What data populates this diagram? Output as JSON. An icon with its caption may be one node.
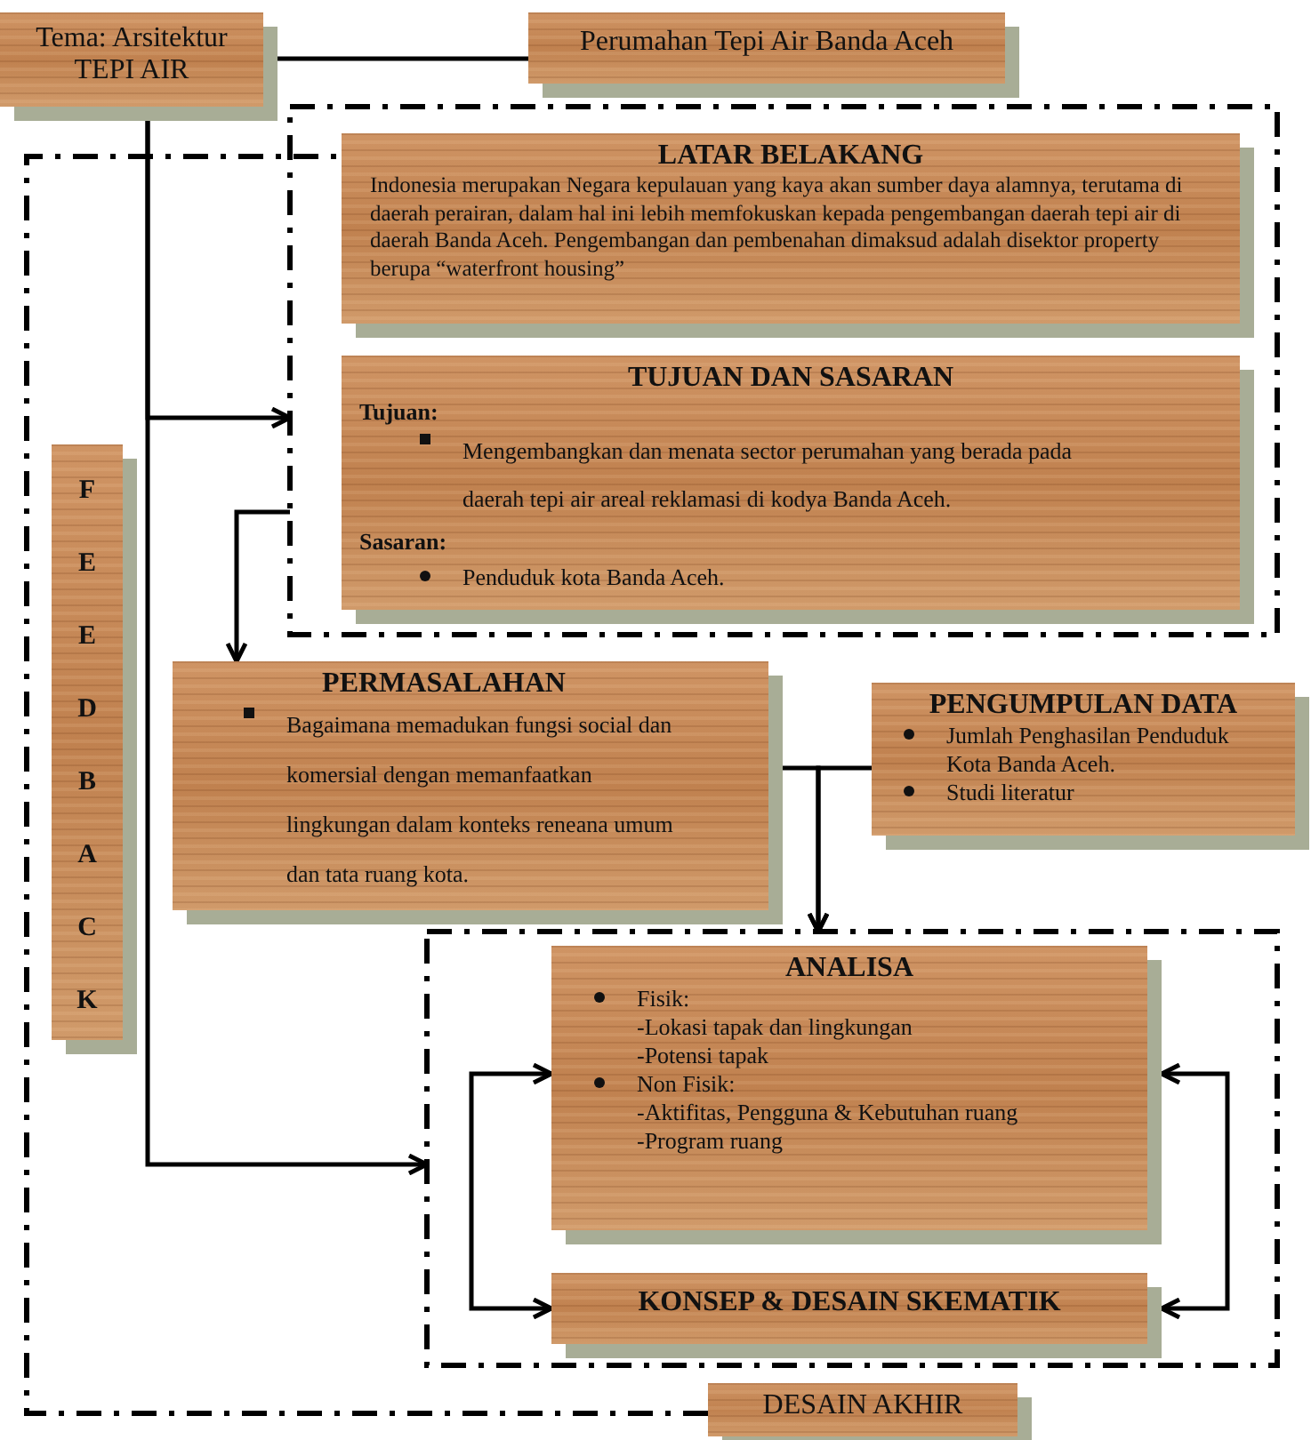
{
  "diagram": {
    "nodes": [
      {
        "text": [
          "Tema: Arsitektur TEPI AIR"
        ]
      },
      {
        "text": [
          "Perumahan Tepi Air Banda Aceh"
        ]
      },
      {
        "text": [],
        "shape": "box"
      },
      {
        "text": [
          "LATAR BELAKANG",
          "Indonesia merupakan Negara kepulauan yang kaya akan sumber daya alamnya, terutama di daerah perairan, dalam hal ini lebih memfokuskan kepada pengembangan daerah tepi air di daerah Banda Aceh. Pengembangan dan pembenahan dimaksud adalah disektor property berupa “waterfront housing”"
        ],
        "in": 2
      },
      {
        "text": [
          "TUJUAN DAN SASARAN",
          "Tujuan:",
          "Mengembangkan dan menata sector perumahan yang berada pada daerah tepi air areal reklamasi di kodya Banda Aceh.",
          "Sasaran:",
          "Penduduk kota Banda Aceh."
        ],
        "in": 2
      },
      {
        "text": [
          "FEEDBACK"
        ]
      },
      {
        "text": [
          "PERMASALAHAN",
          "Bagaimana memadukan fungsi social dan komersial dengan memanfaatkan lingkungan dalam konteks reneana umum dan tata ruang kota."
        ]
      },
      {
        "text": [
          "PENGUMPULAN DATA",
          "Jumlah Penghasilan Penduduk Kota Banda Aceh.",
          "Studi literatur"
        ]
      },
      {
        "text": [],
        "shape": "box"
      },
      {
        "text": [
          "ANALISA",
          "Fisik:",
          "-Lokasi tapak dan lingkungan",
          "-Potensi tapak",
          "Non Fisik:",
          "-Aktifitas, Pengguna & Kebutuhan ruang",
          "-Program ruang"
        ],
        "in": 8
      },
      {
        "text": [
          "KONSEP & DESAIN SKEMATIK"
        ],
        "in": 8
      },
      {
        "text": [
          "DESAIN AKHIR"
        ]
      }
    ],
    "edges": [
      {
        "from": 0,
        "to": 1,
        "arrow": "none"
      },
      {
        "from": 0,
        "to": 2,
        "arrow": "to"
      },
      {
        "from": 0,
        "to": 8,
        "arrow": "to"
      },
      {
        "from": 2,
        "to": 6,
        "arrow": "to"
      },
      {
        "from": 6,
        "to": 8,
        "arrow": "to"
      },
      {
        "from": 7,
        "to": 8,
        "arrow": "to"
      },
      {
        "from": 9,
        "to": 10,
        "arrow": "both"
      },
      {
        "from": 9,
        "to": 10,
        "arrow": "both"
      },
      {
        "from": 11,
        "to": 3,
        "arrow": "none",
        "style": "dashed"
      }
    ]
  }
}
